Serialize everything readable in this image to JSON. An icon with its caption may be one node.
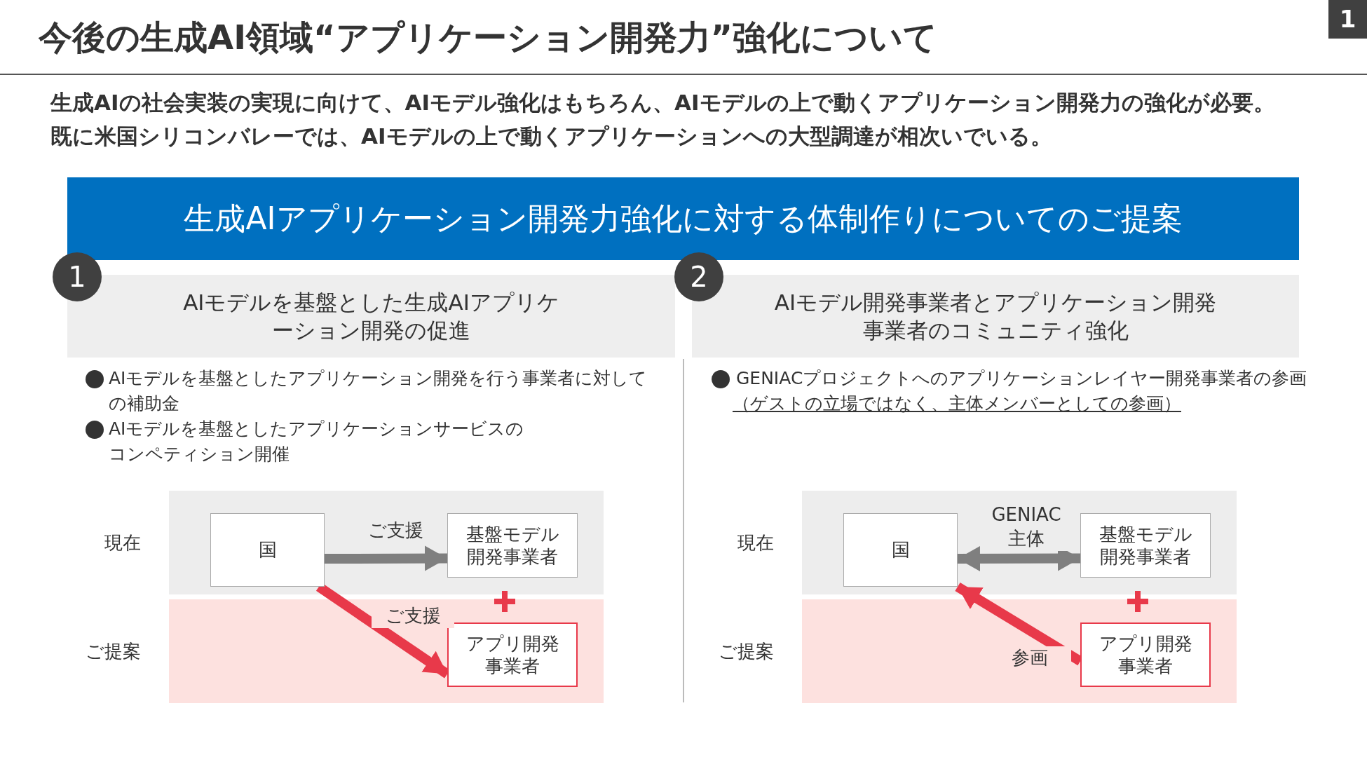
{
  "diagram": {
    "title": "今後の生成AI領域“アプリケーション開発力”強化について",
    "nodes": [
      {
        "text": [
          "生成AIアプリケーション開発力強化に対する体制作りについてのご提案"
        ]
      },
      {
        "text": [
          "AIモデルを基盤とした生成AIアプリケーション開発の促進"
        ]
      },
      {
        "text": [
          "AIモデル開発事業者とアプリケーション開発事業者のコミュニティ強化"
        ]
      },
      {
        "text": [],
        "shape": "box",
        "beside": [
          "現在"
        ]
      },
      {
        "text": [],
        "shape": "box",
        "beside": [
          "ご提案"
        ]
      },
      {
        "text": [
          "国"
        ],
        "in": 3
      },
      {
        "text": [
          "基盤モデル開発事業者"
        ],
        "in": 3
      },
      {
        "text": [
          "アプリ開発事業者"
        ],
        "in": 4
      },
      {
        "text": [],
        "shape": "box",
        "beside": [
          "現在"
        ]
      },
      {
        "text": [],
        "shape": "box",
        "beside": [
          "ご提案"
        ]
      },
      {
        "text": [
          "国"
        ],
        "in": 8
      },
      {
        "text": [
          "基盤モデル開発事業者"
        ],
        "in": 8
      },
      {
        "text": [
          "アプリ開発事業者"
        ],
        "in": 9
      }
    ],
    "edges": [
      {
        "from": 5,
        "to": 6,
        "arrow": "to",
        "label": "ご支援",
        "color": "#7f7f7f"
      },
      {
        "from": 5,
        "to": 7,
        "arrow": "to",
        "label": "ご支援",
        "color": "#e8394a"
      },
      {
        "from": 10,
        "to": 11,
        "arrow": "both",
        "label": "GENIAC 主体",
        "color": "#7f7f7f"
      },
      {
        "from": 12,
        "to": 10,
        "arrow": "to",
        "label": "参画",
        "color": "#e8394a"
      }
    ],
    "labels": [
      "1",
      "生成AIの社会実装の実現に向けて、AIモデル強化はもちろん、AIモデルの上で動くアプリケーション開発力の強化が必要。既に米国シリコンバレーでは、AIモデルの上で動くアプリケーションへの大型調達が相次いでいる。",
      "1",
      "2",
      "AIモデルを基盤としたアプリケーション開発を行う事業者に対しての補助金",
      "AIモデルを基盤としたアプリケーションサービスのコンペティション開催",
      "GENIACプロジェクトへのアプリケーションレイヤー開発事業者の参画",
      "（ゲストの立場ではなく、主体メンバーとしての参画）"
    ]
  }
}
